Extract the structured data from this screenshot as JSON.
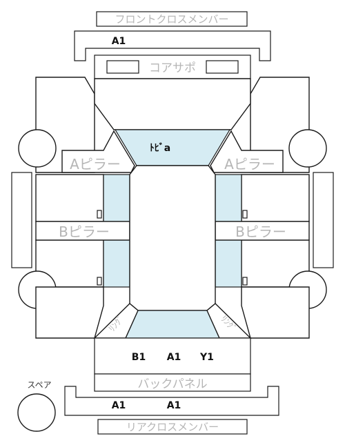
{
  "labels": {
    "front_cross_member": "フロントクロスメンバー",
    "core_support": "コアサポ",
    "a_pillar_left": "Aピラー",
    "a_pillar_right": "Aピラー",
    "b_pillar_left": "Bピラー",
    "b_pillar_right": "Bピラー",
    "roof": "ﾄﾋﾞa",
    "rear_left_corner": "ﾘﾝｸﾞ",
    "rear_right_corner": "ﾘﾝｸﾞ",
    "back_panel": "バックパネル",
    "spare": "スペア",
    "rear_cross_member": "リアクロスメンバー"
  },
  "grades": {
    "front_cross_member": [
      "A1"
    ],
    "back_panel": [
      "B1",
      "A1",
      "Y1"
    ],
    "rear_cross_member": [
      "A1",
      "A1"
    ]
  }
}
